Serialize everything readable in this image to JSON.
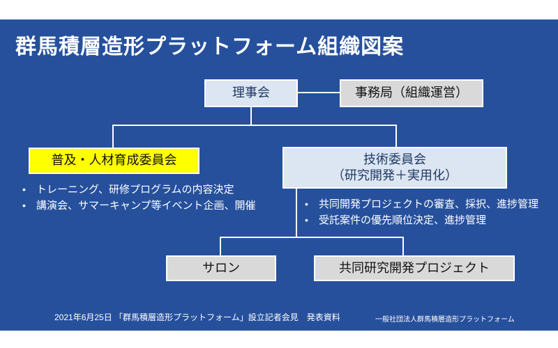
{
  "slide": {
    "title": "群馬積層造形プラットフォーム組織図案",
    "colors": {
      "background": "#26509C",
      "box_light_blue": "#DCE6F2",
      "box_gray": "#D9D9D9",
      "box_yellow": "#FFFF00",
      "box_dark_text": "#1F3864",
      "connector": "#FFFFFF",
      "text_light": "#FFFFFF"
    },
    "org_chart": {
      "board": {
        "label": "理事会"
      },
      "secretariat": {
        "label": "事務局（組織運営）"
      },
      "outreach_committee": {
        "label": "普及・人材育成委員会",
        "bullets": [
          "トレーニング、研修プログラムの内容決定",
          "講演会、サマーキャンプ等イベント企画、開催"
        ]
      },
      "technical_committee": {
        "label_line1": "技術委員会",
        "label_line2": "（研究開発＋実用化）",
        "bullets": [
          "共同開発プロジェクトの審査、採択、進捗管理",
          "受託案件の優先順位決定、進捗管理"
        ]
      },
      "salon": {
        "label": "サロン"
      },
      "joint_project": {
        "label": "共同研究開発プロジェクト"
      }
    },
    "footer": {
      "left": "2021年6月25日 「群馬積層造形プラットフォーム」設立記者会見　発表資料",
      "right": "一般社団法人群馬積層造形プラットフォーム"
    }
  }
}
